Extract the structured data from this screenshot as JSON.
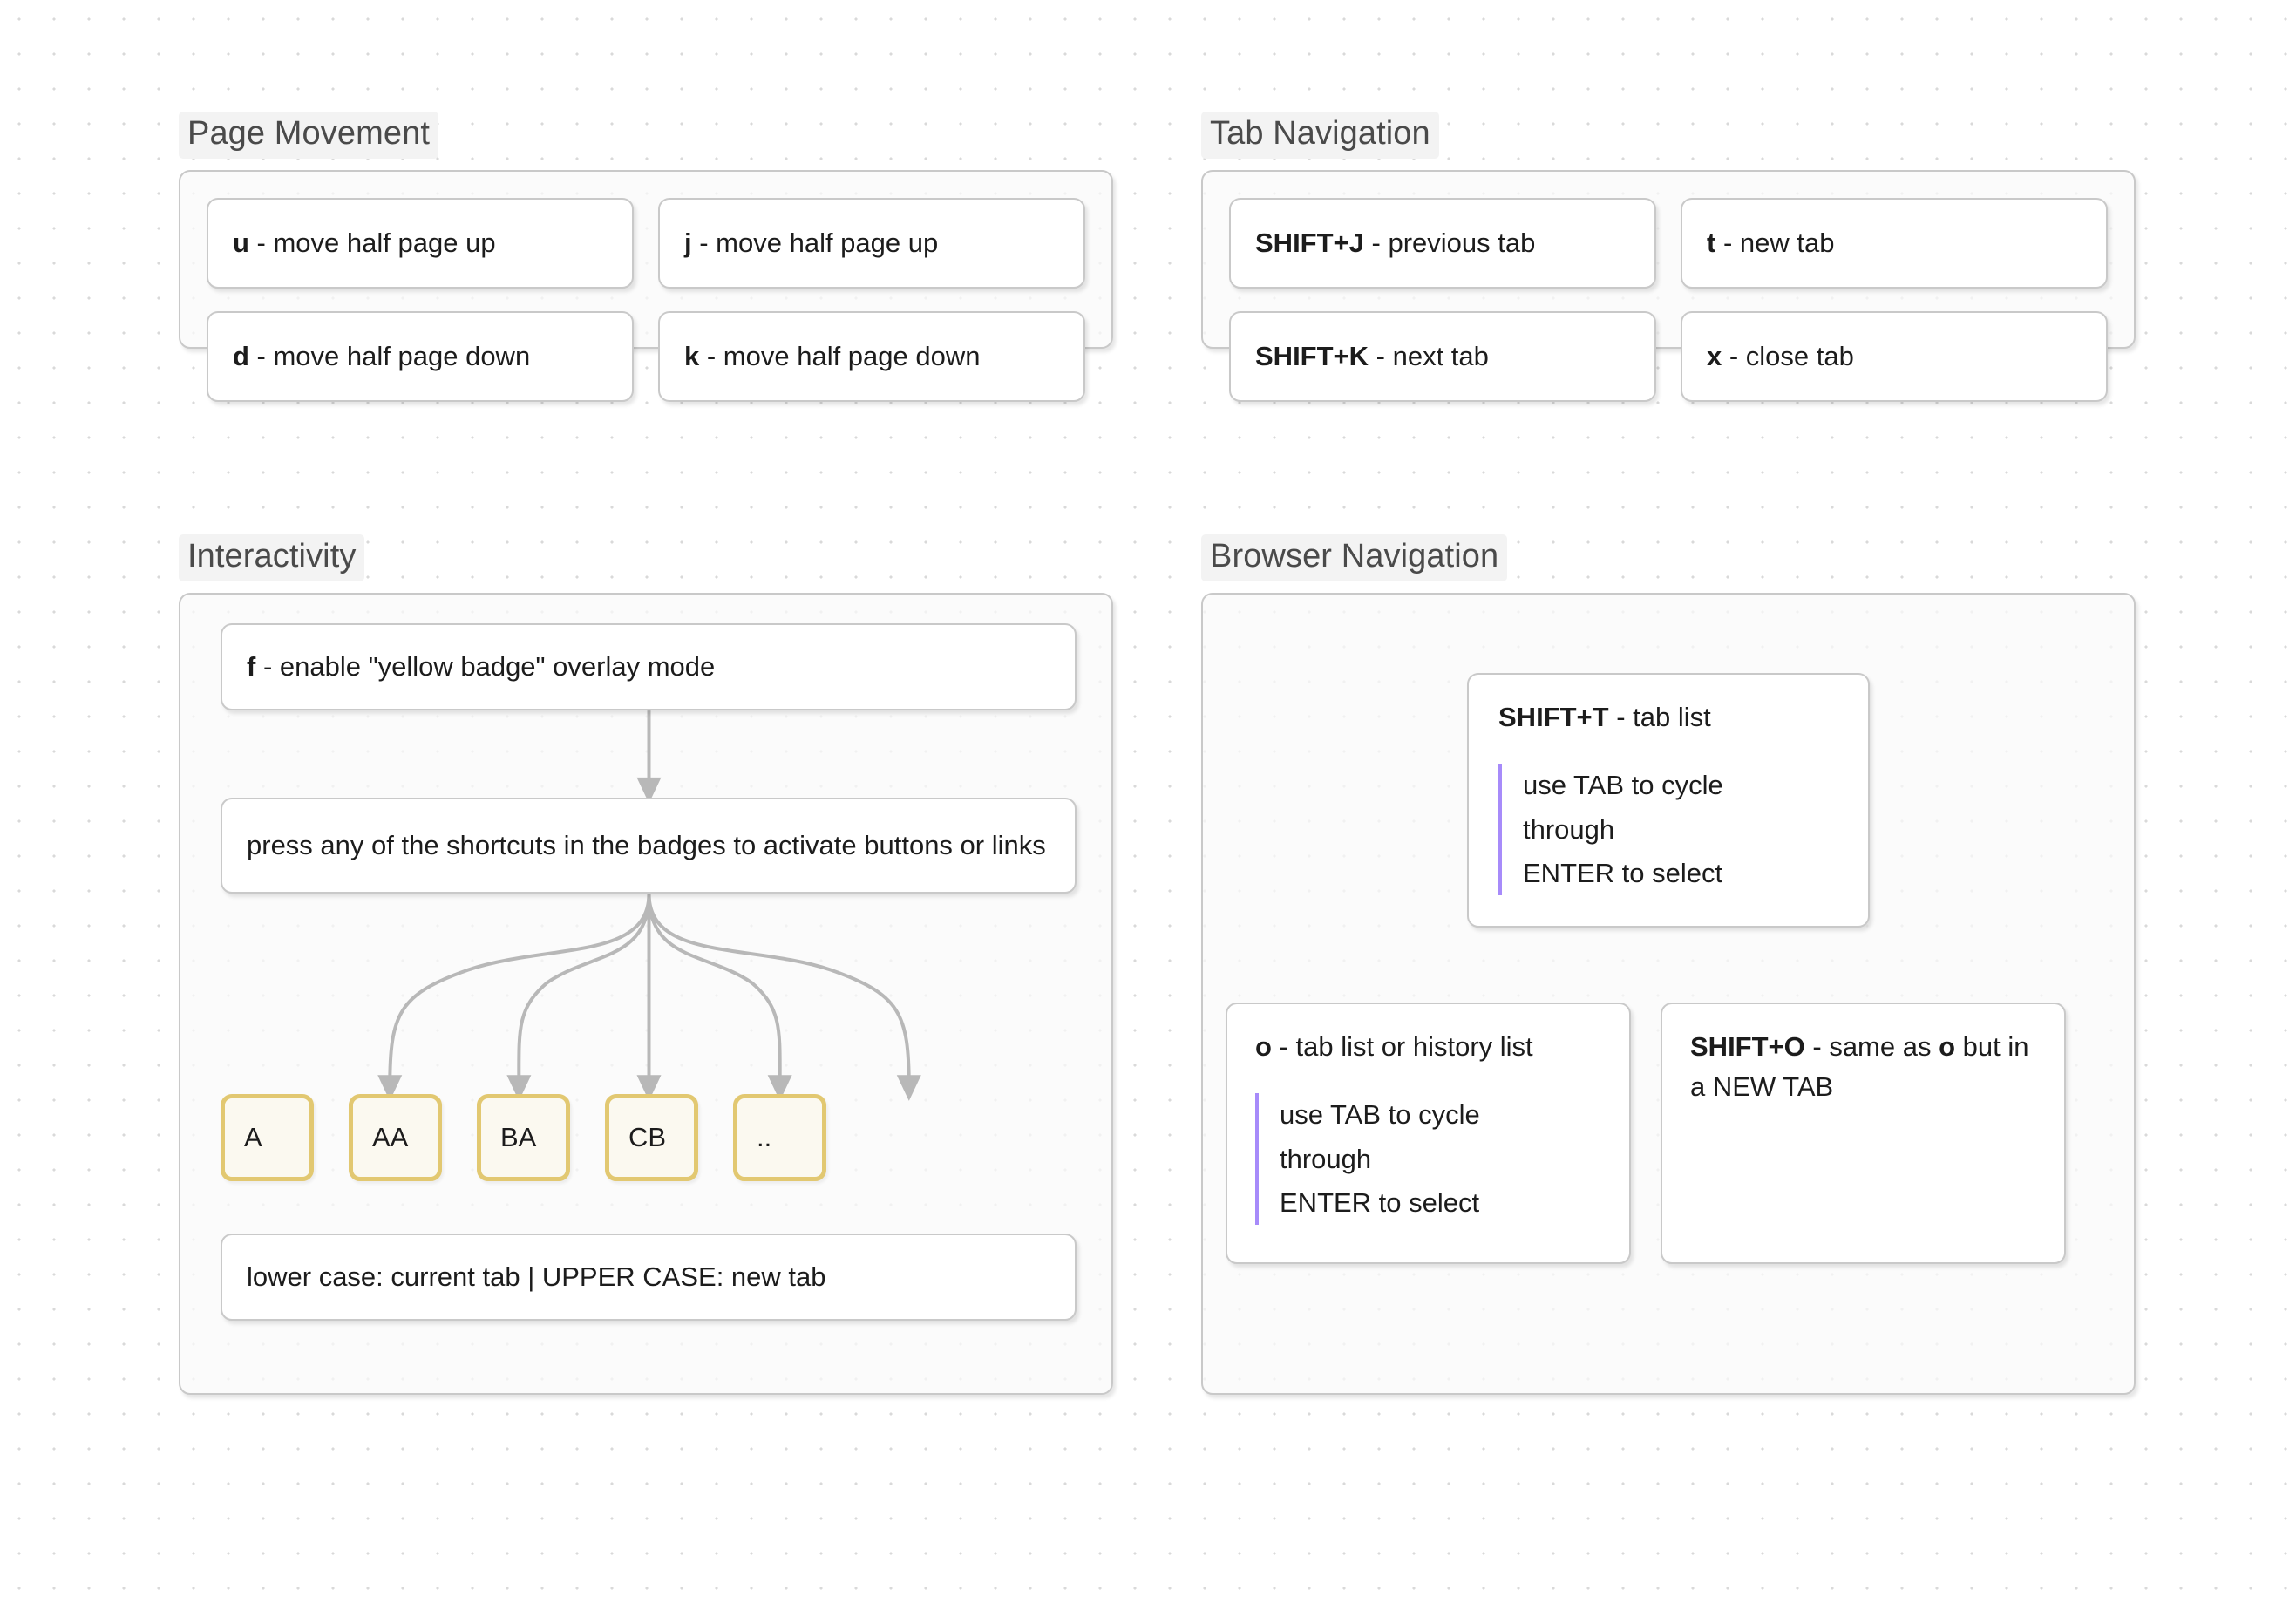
{
  "sections": {
    "page_movement": {
      "title": "Page Movement",
      "cards": [
        {
          "key": "u",
          "desc": " - move half page up"
        },
        {
          "key": "j",
          "desc": " - move half page up"
        },
        {
          "key": "d",
          "desc": " - move half page down"
        },
        {
          "key": "k",
          "desc": " - move half page down"
        }
      ]
    },
    "tab_navigation": {
      "title": "Tab Navigation",
      "cards": [
        {
          "key": "SHIFT+J",
          "desc": " - previous tab"
        },
        {
          "key": "t",
          "desc": " - new tab"
        },
        {
          "key": "SHIFT+K",
          "desc": " - next tab"
        },
        {
          "key": "x",
          "desc": " - close tab"
        }
      ]
    },
    "interactivity": {
      "title": "Interactivity",
      "node_enable_key": "f",
      "node_enable_desc": " - enable \"yellow badge\" overlay mode",
      "node_press": "press any of the shortcuts in the badges to activate buttons or links",
      "badges": [
        "A",
        "AA",
        "BA",
        "CB",
        ".."
      ],
      "node_case": "lower case: current tab | UPPER CASE: new tab"
    },
    "browser_navigation": {
      "title": "Browser Navigation",
      "tab_list_card": {
        "key": "SHIFT+T",
        "desc": " - tab list",
        "quote": [
          "use TAB to cycle",
          "through",
          "ENTER to select"
        ]
      },
      "history_card": {
        "key": "o",
        "desc": " - tab list or history list",
        "quote": [
          "use TAB to cycle",
          "through",
          "ENTER to select"
        ]
      },
      "new_tab_card": {
        "key": "SHIFT+O",
        "desc_pre": " - same as ",
        "key_inline": "o",
        "desc_post": " but in a NEW TAB"
      }
    }
  },
  "colors": {
    "badge_border": "#e2c871",
    "badge_fill": "#fbf9f0",
    "quote_accent": "#a78bfa",
    "panel_border": "#c9c9c9",
    "title_text": "#4a4a4a",
    "title_chip": "#f3f3f3",
    "arrow": "#b8b8b8"
  }
}
